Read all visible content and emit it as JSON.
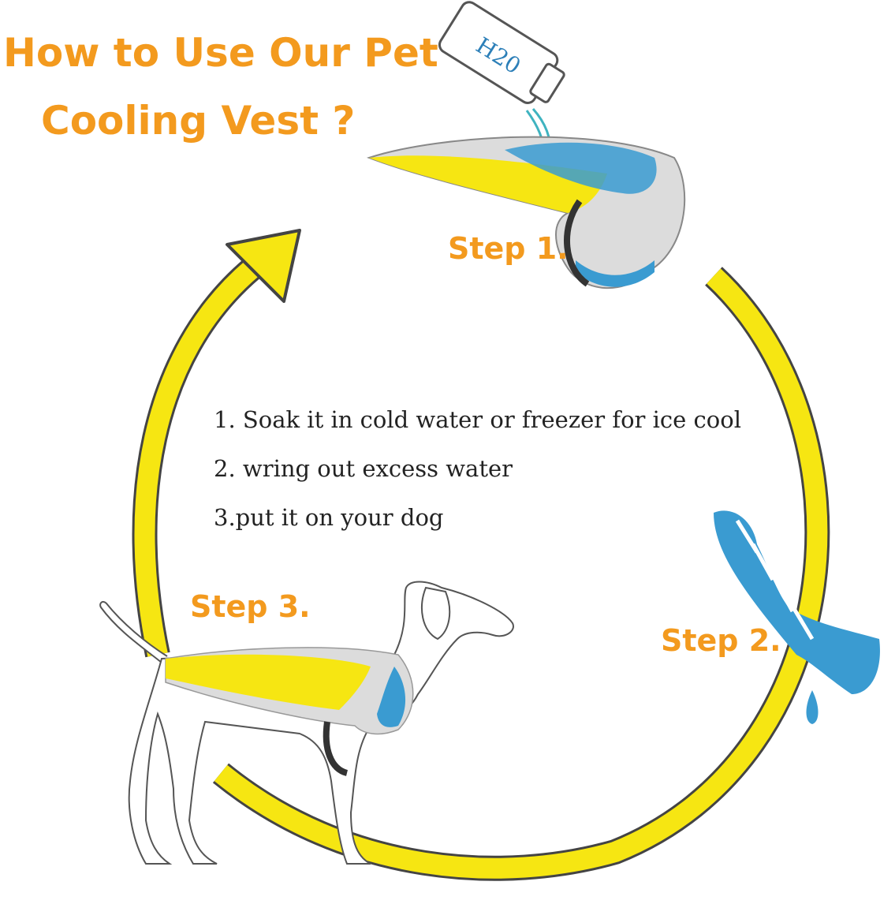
{
  "title": {
    "line1": "How to Use Our Pet",
    "line2": "Cooling Vest ?"
  },
  "bottle_label": "H20",
  "steps": [
    {
      "label": "Step 1."
    },
    {
      "label": "Step 2."
    },
    {
      "label": "Step 3."
    }
  ],
  "instructions": [
    "1. Soak it in cold water or freezer for ice cool",
    "2. wring out excess water",
    "3.put it on your dog"
  ],
  "colors": {
    "title_orange": "#f39a1e",
    "arrow_yellow": "#f6e612",
    "arrow_outline": "#444444",
    "vest_blue": "#3a9bd1",
    "vest_gray": "#dcdcdc",
    "vest_yellow": "#f6e612"
  }
}
